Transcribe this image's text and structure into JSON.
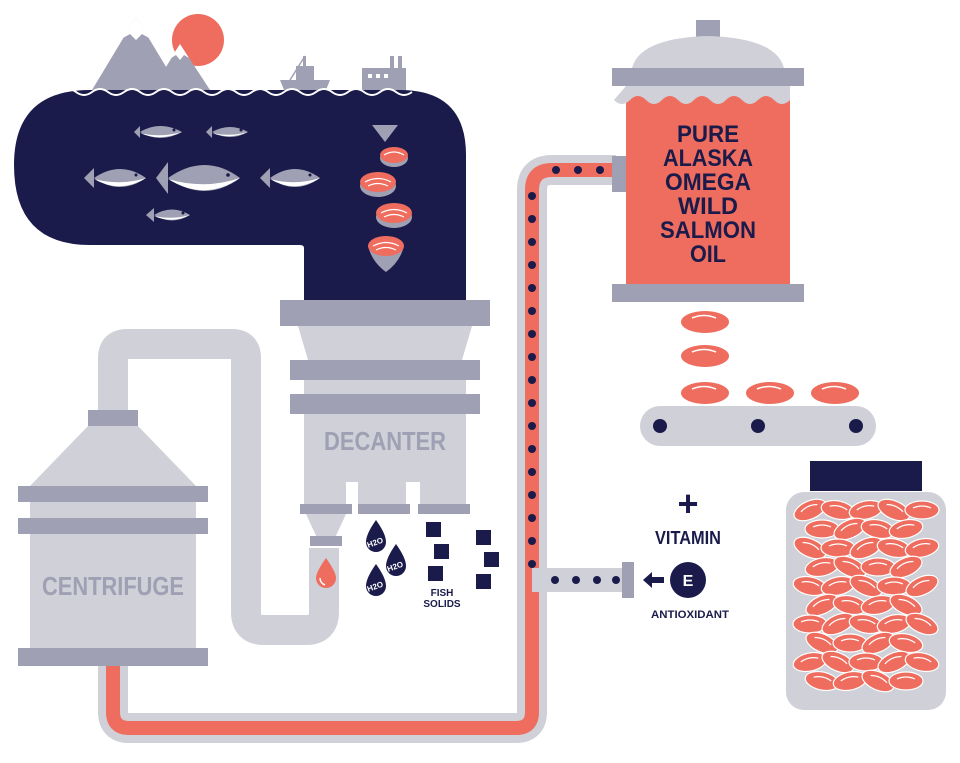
{
  "labels": {
    "oil_title": [
      "PURE",
      "ALASKA",
      "OMEGA",
      "WILD",
      "SALMON",
      "OIL"
    ],
    "decanter": "DECANTER",
    "centrifuge": "CENTRIFUGE",
    "water": "H2O",
    "fish_solids_1": "FISH",
    "fish_solids_2": "SOLIDS",
    "plus_sign": "+",
    "vitamin": "VITAMIN",
    "vitamin_e": "E",
    "antioxidant": "ANTIOXIDANT"
  },
  "colors": {
    "navy": "#1a1b4b",
    "salmon": "#ee6d5e",
    "grey": "#9fa0b3",
    "light_grey": "#c8c9d2",
    "pipe": "#cfd0d8",
    "white": "#ffffff"
  },
  "icons": [
    "mountain-icon",
    "sun-icon",
    "fishing-boat-icon",
    "factory-icon",
    "fish-icon",
    "salmon-steak-icon",
    "water-drop-icon",
    "oil-drop-icon",
    "capsule-icon",
    "conveyor-icon",
    "jar-icon",
    "arrow-left-icon"
  ]
}
